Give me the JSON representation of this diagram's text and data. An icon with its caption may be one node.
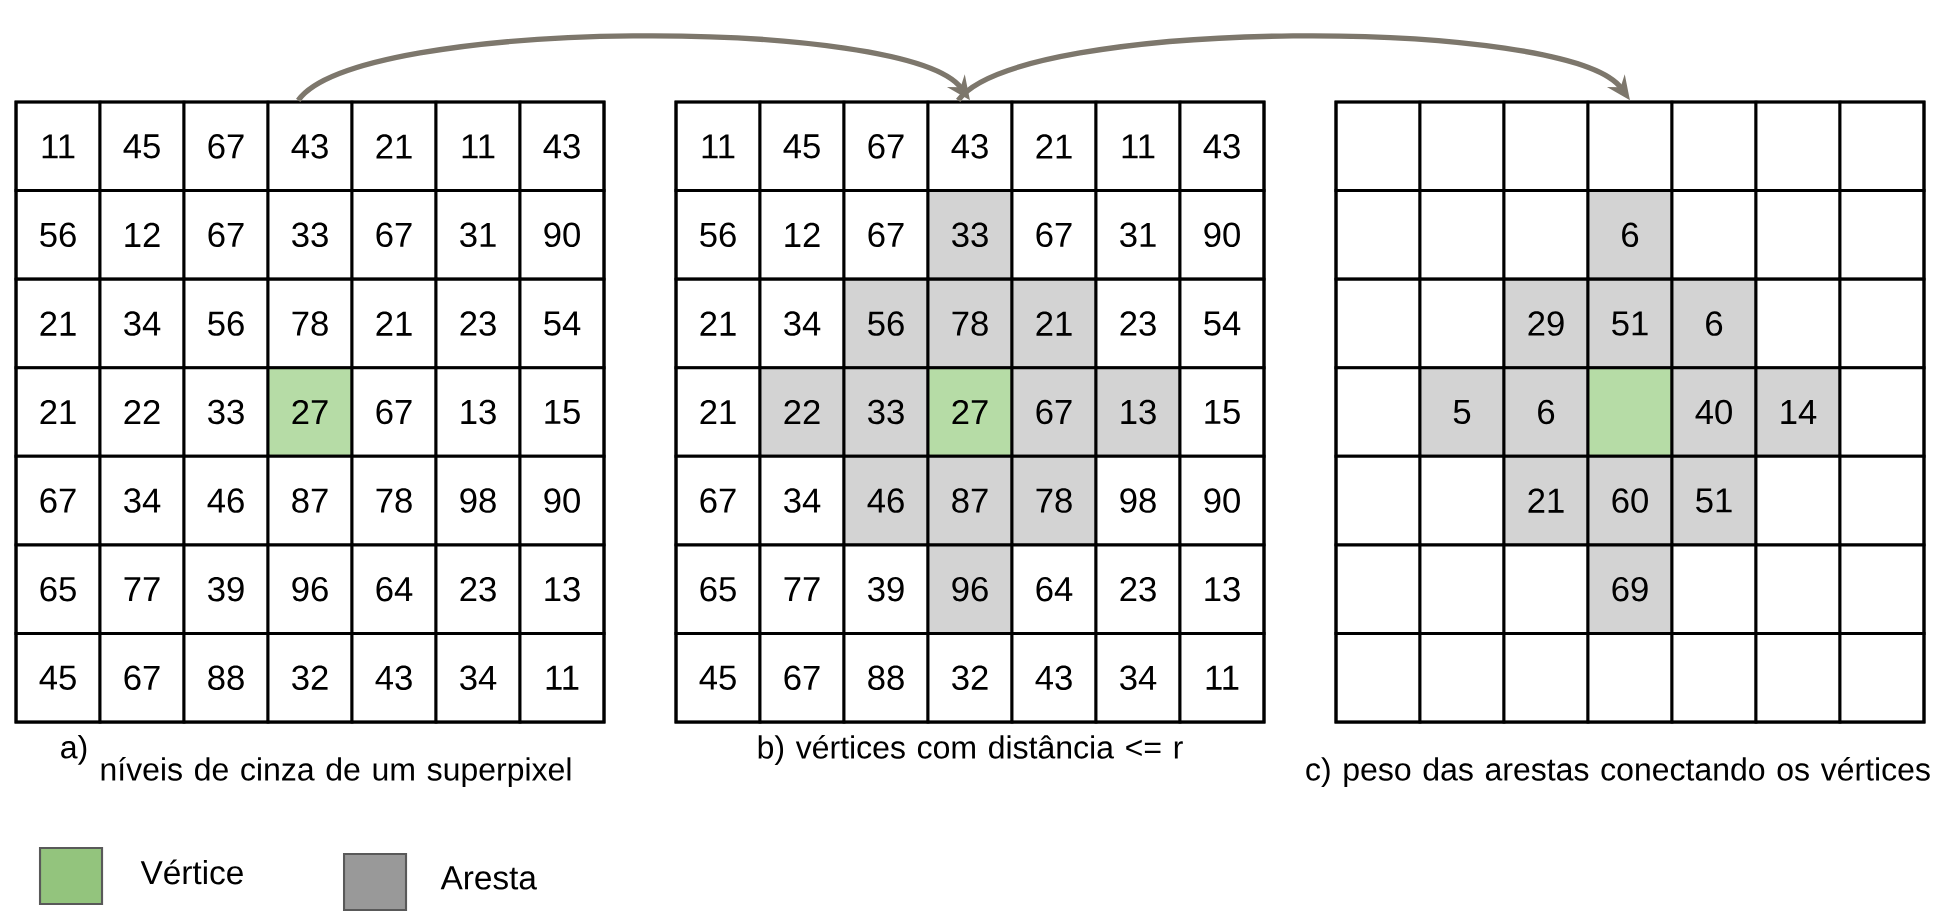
{
  "diagram": {
    "nodes": [
      {
        "text": [
          "a)",
          "níveis de cinza de um superpixel"
        ]
      },
      {
        "text": [
          "b) vértices com distância <= r"
        ]
      },
      {
        "text": [
          "c) peso das arestas conectando os vértices"
        ]
      }
    ],
    "edges": [
      {
        "from": 0,
        "to": 1,
        "arrow": "to"
      },
      {
        "from": 1,
        "to": 2,
        "arrow": "to"
      }
    ],
    "labels": [
      "11",
      "45",
      "67",
      "43",
      "21",
      "11",
      "43",
      "56",
      "12",
      "67",
      "33",
      "67",
      "31",
      "90",
      "21",
      "34",
      "56",
      "78",
      "21",
      "23",
      "54",
      "21",
      "22",
      "33",
      "27",
      "67",
      "13",
      "15",
      "67",
      "34",
      "46",
      "87",
      "78",
      "98",
      "90",
      "65",
      "77",
      "39",
      "96",
      "64",
      "23",
      "13",
      "45",
      "67",
      "88",
      "32",
      "43",
      "34",
      "11",
      "11",
      "45",
      "67",
      "43",
      "21",
      "11",
      "43",
      "56",
      "12",
      "67",
      "33",
      "67",
      "31",
      "90",
      "21",
      "34",
      "56",
      "78",
      "21",
      "23",
      "54",
      "21",
      "22",
      "33",
      "27",
      "67",
      "13",
      "15",
      "67",
      "34",
      "46",
      "87",
      "78",
      "98",
      "90",
      "65",
      "77",
      "39",
      "96",
      "64",
      "23",
      "13",
      "45",
      "67",
      "88",
      "32",
      "43",
      "34",
      "11",
      "6",
      "29",
      "51",
      "6",
      "5",
      "6",
      "40",
      "14",
      "21",
      "60",
      "51",
      "69"
    ],
    "legend": [
      {
        "text": "Vértice",
        "color": "#93c47d"
      },
      {
        "text": "Aresta",
        "color": "#999999"
      }
    ]
  }
}
